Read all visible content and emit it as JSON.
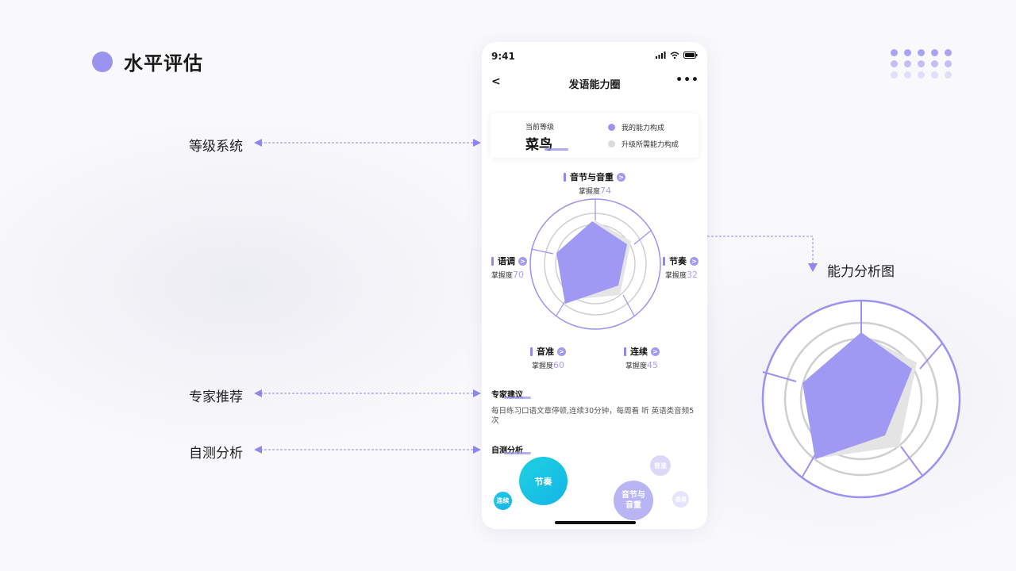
{
  "page": {
    "title": "水平评估"
  },
  "colors": {
    "accent": "#9a94f0",
    "accent_dark": "#8f88ee",
    "grey_series": "#e6e6e6",
    "ring": "#cfcfcf"
  },
  "annotations": {
    "level_system": "等级系统",
    "expert_recommend": "专家推荐",
    "self_analysis": "自测分析",
    "ability_chart": "能力分析图"
  },
  "phone": {
    "status": {
      "time": "9:41",
      "icons": [
        "signal-icon",
        "wifi-icon",
        "battery-icon"
      ]
    },
    "nav": {
      "back": "<",
      "title": "发语能力圈",
      "more": "•••"
    },
    "level_card": {
      "label": "当前等级",
      "value": "菜鸟",
      "legend": [
        {
          "label": "我的能力构成",
          "color": "#9a94f0"
        },
        {
          "label": "升级所需能力构成",
          "color": "#dcdcdc"
        }
      ]
    },
    "mastery_prefix": "掌握度",
    "axes": [
      {
        "name": "音节与音重",
        "mastery": "74"
      },
      {
        "name": "节奏",
        "mastery": "32"
      },
      {
        "name": "连续",
        "mastery": "45"
      },
      {
        "name": "音准",
        "mastery": "60"
      },
      {
        "name": "语调",
        "mastery": "70"
      }
    ],
    "expert": {
      "title": "专家建议",
      "text": "每日练习口语文章停顿,连续30分钟，每周看 听 英语类音频5次"
    },
    "self_test": {
      "title": "自测分析",
      "bubbles": [
        {
          "label": "节奏"
        },
        {
          "label": "连续"
        },
        {
          "label": "音节与音重"
        },
        {
          "label": "音准"
        },
        {
          "label": "语调"
        }
      ]
    }
  }
}
